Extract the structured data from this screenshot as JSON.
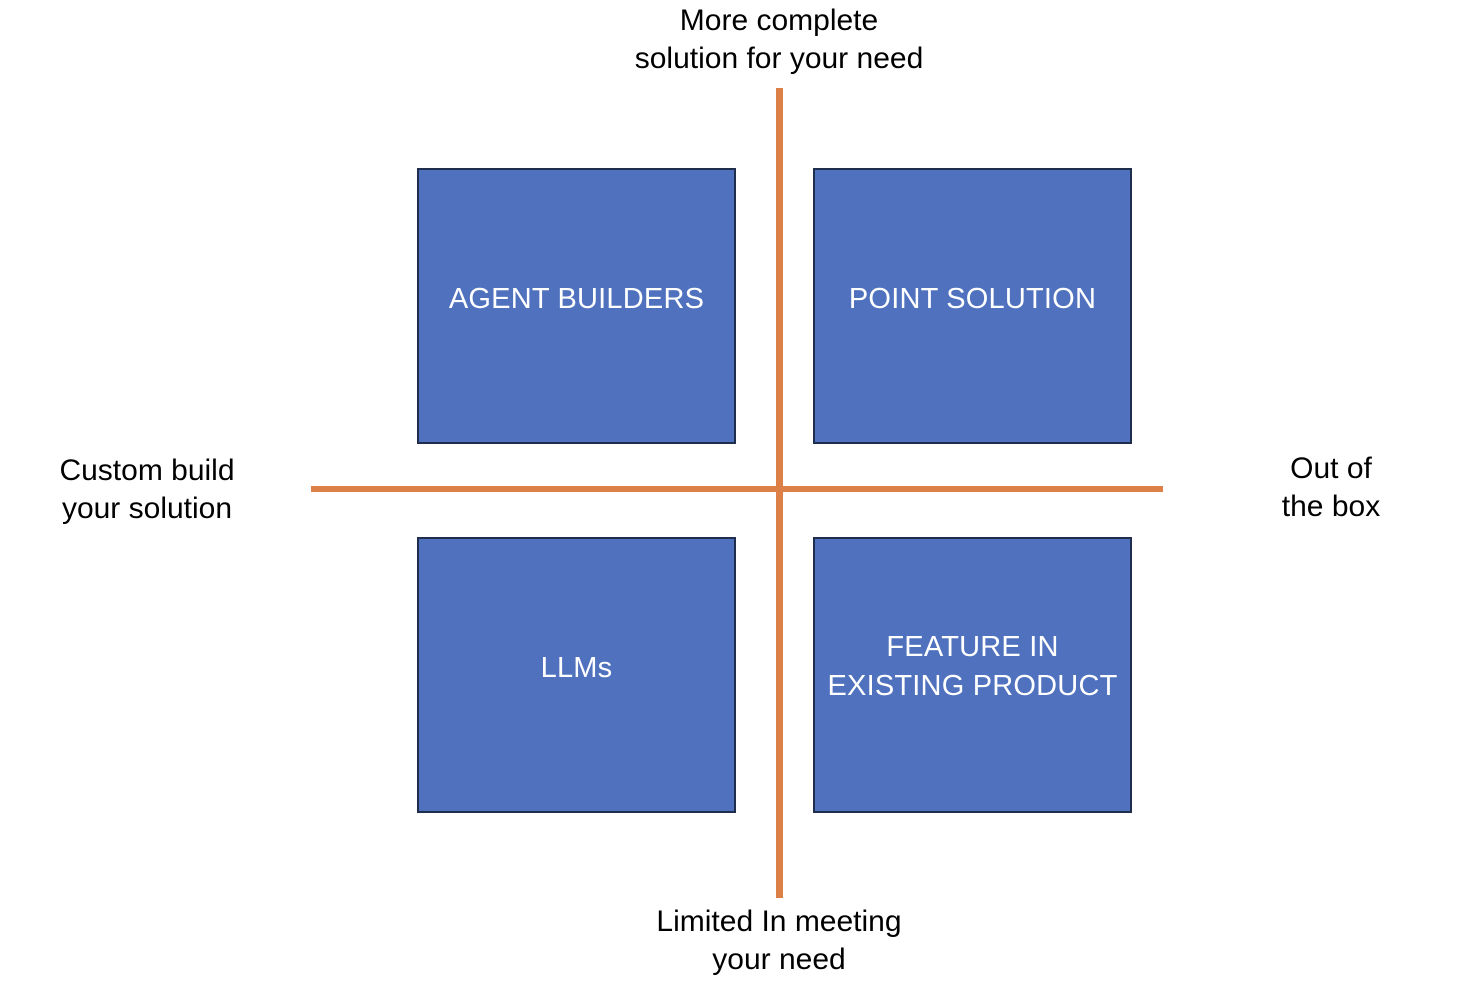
{
  "diagram": {
    "type": "2x2-quadrant-matrix",
    "axes": {
      "vertical": {
        "top_label": "More complete\nsolution for your need",
        "bottom_label": "Limited In meeting\nyour need",
        "color": "#dd8047"
      },
      "horizontal": {
        "left_label": "Custom build\nyour solution",
        "right_label": "Out of\nthe box",
        "color": "#dd8047"
      }
    },
    "box_style": {
      "fill": "#4f71be",
      "border": "#1f2e4d",
      "text_color": "#ffffff"
    },
    "quadrants": [
      {
        "id": "agent-builders",
        "label": "AGENT BUILDERS",
        "position": "top-left",
        "meaning": "custom build / more complete solution"
      },
      {
        "id": "point-solution",
        "label": "POINT SOLUTION",
        "position": "top-right",
        "meaning": "out of the box / more complete solution"
      },
      {
        "id": "llms",
        "label": "LLMs",
        "position": "bottom-left",
        "meaning": "custom build / limited in meeting your need"
      },
      {
        "id": "feature-in-existing-product",
        "label": "FEATURE IN\nEXISTING PRODUCT",
        "position": "bottom-right",
        "meaning": "out of the box / limited in meeting your need"
      }
    ]
  }
}
